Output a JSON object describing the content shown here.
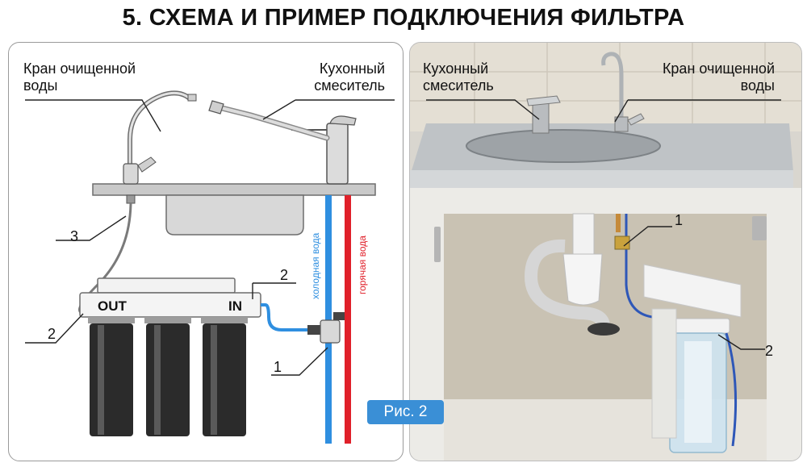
{
  "title": "5. СХЕМА И ПРИМЕР ПОДКЛЮЧЕНИЯ ФИЛЬТРА",
  "left": {
    "label_clean_tap_line1": "Кран очищенной",
    "label_clean_tap_line2": "воды",
    "label_mixer_line1": "Кухонный",
    "label_mixer_line2": "смеситель",
    "cold_water": "холодная вода",
    "hot_water": "горячая вода",
    "out_label": "OUT",
    "in_label": "IN",
    "marker_1": "1",
    "marker_2_right": "2",
    "marker_2_left": "2",
    "marker_3": "3"
  },
  "right": {
    "label_mixer_line1": "Кухонный",
    "label_mixer_line2": "смеситель",
    "label_clean_tap_line1": "Кран очищенной",
    "label_clean_tap_line2": "воды",
    "marker_1": "1",
    "marker_2": "2"
  },
  "figure_badge": "Рис. 2",
  "colors": {
    "cold": "#2f8fe0",
    "hot": "#e0202a",
    "badge": "#3a8fd6"
  }
}
